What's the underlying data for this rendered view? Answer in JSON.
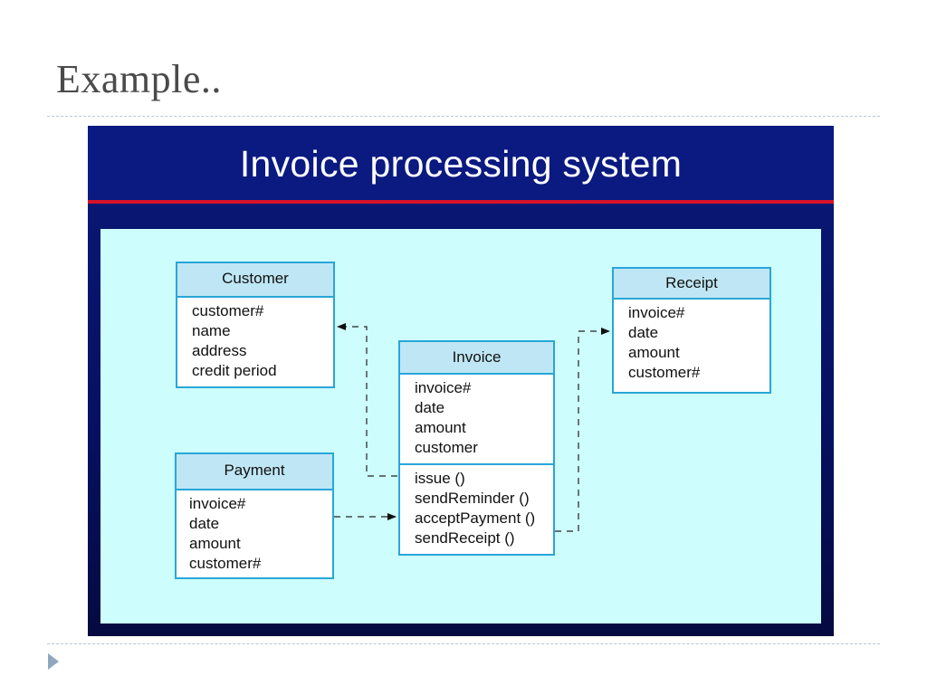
{
  "slide": {
    "title": "Example.."
  },
  "figure": {
    "title": "Invoice processing system",
    "colors": {
      "header_bg": "#0b1a80",
      "accent_line": "#d4142a",
      "panel_bg": "#cdfdfd",
      "class_border": "#29a6d8",
      "class_header_bg": "#bfe6f4"
    }
  },
  "classes": {
    "customer": {
      "name": "Customer",
      "attributes": [
        "customer#",
        "name",
        "address",
        "credit period"
      ]
    },
    "receipt": {
      "name": "Receipt",
      "attributes": [
        "invoice#",
        "date",
        "amount",
        "customer#"
      ]
    },
    "invoice": {
      "name": "Invoice",
      "attributes": [
        "invoice#",
        "date",
        "amount",
        "customer"
      ],
      "operations": [
        "issue ()",
        "sendReminder ()",
        "acceptPayment ()",
        "sendReceipt ()"
      ]
    },
    "payment": {
      "name": "Payment",
      "attributes": [
        "invoice#",
        "date",
        "amount",
        "customer#"
      ]
    }
  },
  "connectors": [
    {
      "from": "Invoice",
      "to": "Customer",
      "style": "dashed",
      "arrow": "to"
    },
    {
      "from": "Invoice",
      "to": "Receipt",
      "style": "dashed",
      "arrow": "to"
    },
    {
      "from": "Payment",
      "to": "Invoice",
      "style": "dashed",
      "arrow": "to"
    }
  ]
}
